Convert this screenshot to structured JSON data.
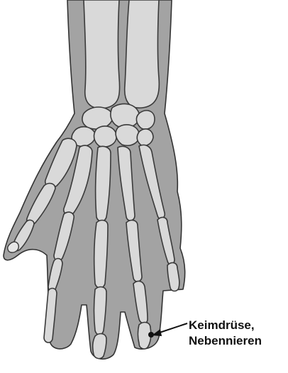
{
  "annotation": {
    "line1": "Keimdrüse,",
    "line2": "Nebennieren"
  },
  "colors": {
    "skin": "#a3a3a3",
    "bone": "#d9d9d9",
    "outline": "#333333",
    "marker": "#111111"
  },
  "icons": {
    "figure": "hand-skeleton-illustration",
    "pointer": "arrow-pointer"
  }
}
